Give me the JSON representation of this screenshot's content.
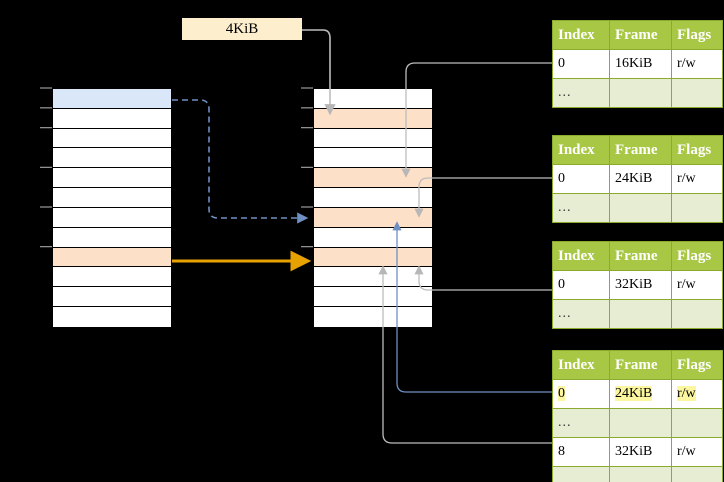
{
  "diagram": {
    "title": "page-table-translation-diagram",
    "size_label": "4KiB",
    "colors": {
      "background": "#000000",
      "header_green": "#a8c744",
      "row_green": "#e7edd3",
      "highlight_yellow": "#fcf6a0",
      "peach": "#fde0c8",
      "blue": "#d9e7f8",
      "orange_arrow": "#e8a200",
      "blue_arrow": "#6f8fc2",
      "gray_arrow": "#b3b3b3",
      "cream": "#fdeecd"
    }
  },
  "virtual_column": {
    "name": "virtual-address-space",
    "row_count": 12,
    "rows": [
      {
        "fill": "blue",
        "tick": true
      },
      {
        "fill": "white",
        "tick": true
      },
      {
        "fill": "white",
        "tick": true
      },
      {
        "fill": "white",
        "tick": false
      },
      {
        "fill": "white",
        "tick": true
      },
      {
        "fill": "white",
        "tick": false
      },
      {
        "fill": "white",
        "tick": true
      },
      {
        "fill": "white",
        "tick": false
      },
      {
        "fill": "peach",
        "tick": true
      },
      {
        "fill": "white",
        "tick": false
      },
      {
        "fill": "white",
        "tick": false
      },
      {
        "fill": "white",
        "tick": false
      }
    ]
  },
  "physical_column": {
    "name": "physical-memory",
    "row_count": 12,
    "rows": [
      {
        "fill": "white",
        "tick": true
      },
      {
        "fill": "peach",
        "tick": true
      },
      {
        "fill": "white",
        "tick": true
      },
      {
        "fill": "white",
        "tick": false
      },
      {
        "fill": "peach",
        "tick": true
      },
      {
        "fill": "white",
        "tick": false
      },
      {
        "fill": "peach",
        "tick": true
      },
      {
        "fill": "white",
        "tick": false
      },
      {
        "fill": "peach",
        "tick": true
      },
      {
        "fill": "white",
        "tick": false
      },
      {
        "fill": "white",
        "tick": false
      },
      {
        "fill": "white",
        "tick": false
      }
    ]
  },
  "page_tables": [
    {
      "name": "page-table-1",
      "headers": [
        "Index",
        "Frame",
        "Flags"
      ],
      "rows": [
        {
          "type": "entry",
          "index": "0",
          "frame": "16KiB",
          "flags": "r/w",
          "highlight": false
        },
        {
          "type": "dots",
          "index": "...",
          "frame": "",
          "flags": "",
          "highlight": false
        }
      ]
    },
    {
      "name": "page-table-2",
      "headers": [
        "Index",
        "Frame",
        "Flags"
      ],
      "rows": [
        {
          "type": "entry",
          "index": "0",
          "frame": "24KiB",
          "flags": "r/w",
          "highlight": false
        },
        {
          "type": "dots",
          "index": "...",
          "frame": "",
          "flags": "",
          "highlight": false
        }
      ]
    },
    {
      "name": "page-table-3",
      "headers": [
        "Index",
        "Frame",
        "Flags"
      ],
      "rows": [
        {
          "type": "entry",
          "index": "0",
          "frame": "32KiB",
          "flags": "r/w",
          "highlight": false
        },
        {
          "type": "dots",
          "index": "...",
          "frame": "",
          "flags": "",
          "highlight": false
        }
      ]
    },
    {
      "name": "page-table-4",
      "headers": [
        "Index",
        "Frame",
        "Flags"
      ],
      "rows": [
        {
          "type": "entry",
          "index": "0",
          "frame": "24KiB",
          "flags": "r/w",
          "highlight": true
        },
        {
          "type": "dots",
          "index": "...",
          "frame": "",
          "flags": "",
          "highlight": false
        },
        {
          "type": "entry",
          "index": "8",
          "frame": "32KiB",
          "flags": "r/w",
          "highlight": false
        },
        {
          "type": "dots",
          "index": "...",
          "frame": "",
          "flags": "",
          "highlight": false
        }
      ]
    }
  ]
}
